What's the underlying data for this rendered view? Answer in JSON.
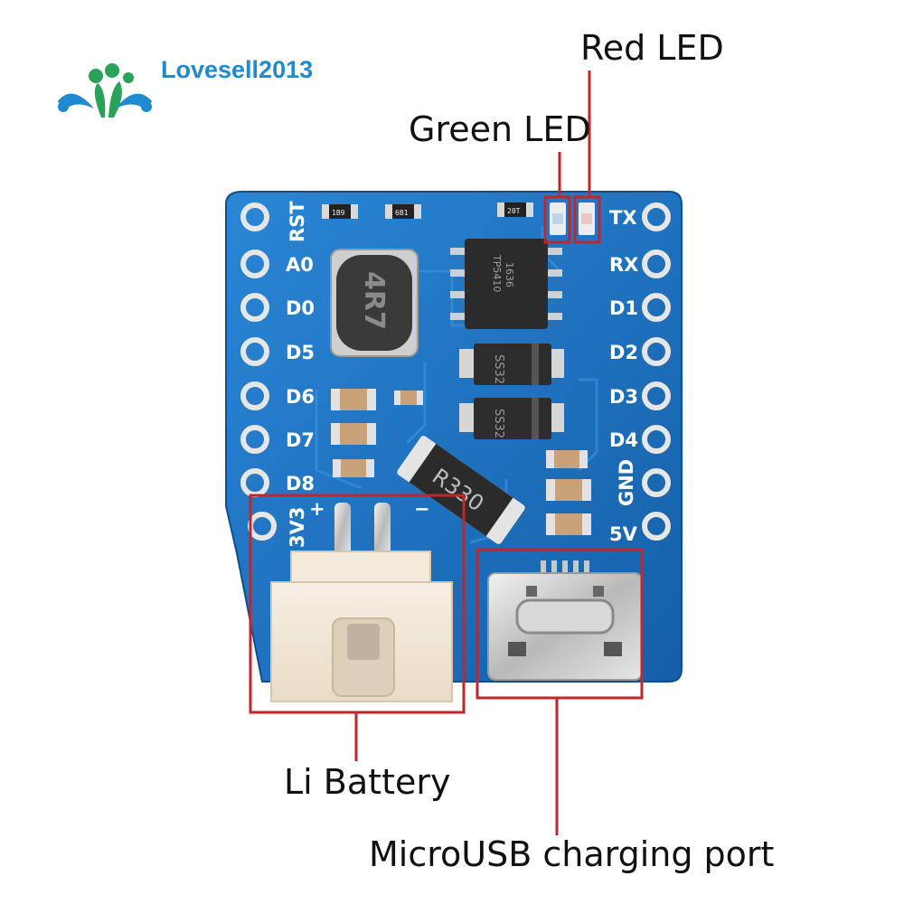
{
  "brand": {
    "name": "Lovesell2013",
    "text_color": "#1f8ad0",
    "logo_colors": [
      "#2ca15a",
      "#1f8ad0"
    ]
  },
  "callouts": {
    "red_led": "Red LED",
    "green_led": "Green LED",
    "li_battery": "Li Battery",
    "microusb_port": "MicroUSB charging port",
    "box_color": "#c0272d"
  },
  "board": {
    "color": "#1e73c2",
    "pins_left": [
      "RST",
      "A0",
      "D0",
      "D5",
      "D6",
      "D7",
      "D8",
      "3V3"
    ],
    "pins_right": [
      "TX",
      "RX",
      "D1",
      "D2",
      "D3",
      "D4",
      "GND",
      "5V"
    ],
    "battery_plus": "+",
    "battery_minus": "−",
    "resistor_marks": [
      "1B9",
      "6B1",
      "20T"
    ],
    "inductor_mark": "4R7",
    "chip_marks": [
      "TP5410",
      "1636"
    ],
    "diode_marks": [
      "SS32",
      "SS32"
    ],
    "shunt_mark": "R330"
  }
}
